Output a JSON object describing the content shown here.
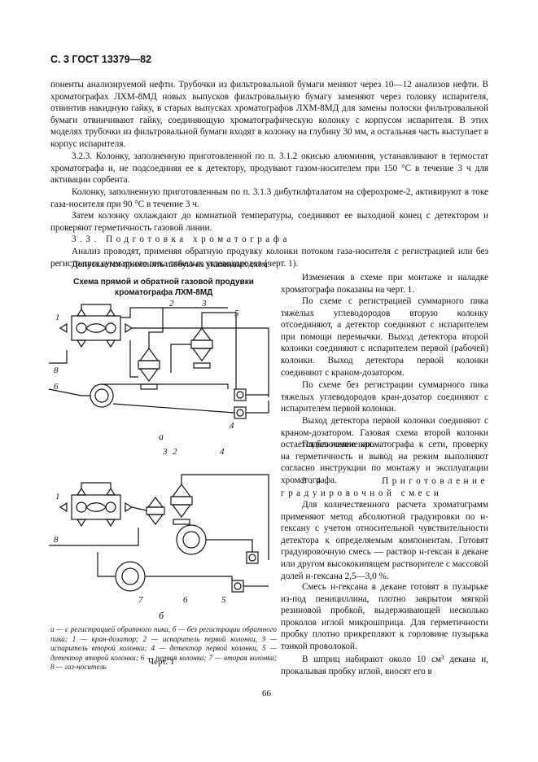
{
  "header": "С. 3 ГОСТ 13379—82",
  "paragraphs_top": [
    "поненты анализируемой нефти. Трубочки из фильтровальной бумаги меняют через 10—12 анализов нефти. В хроматографах ЛХМ-8МД новых выпусков фильтровальную бумагу заменяют через головку испарителя, отвинтив накидную гайку, в старых выпусках хроматографов ЛХМ-8МД для замены полоски фильтровальной бумаги отвинчивают гайку, соединяющую хроматографическую колонку с корпусом испарителя. В этих моделях трубочки из фильтровальной бумаги входят в колонку на глубину 30 мм, а остальная часть выступает в корпус испарителя.",
    "3.2.3. Колонку, заполненную приготовленной по п. 3.1.2 окисью алюминия, устанавливают в термостат хроматографа и, не подсоединяя ее к детектору, продувают газом-носителем при 150 °С в течение 3 ч для активации сорбента.",
    "Колонку, заполненную приготовленным по п. 3.1.3 дибутилфталатом на сферохроме-2, активируют в токе газа-носителя при 90 °С в течение 3 ч.",
    "Затем колонку охлаждают до комнатной температуры, соединяют ее выходной конец с детектором и проверяют герметичность газовой линии."
  ],
  "section_3_3_heading": "3.3. Подготовка хроматографа",
  "paragraphs_mid": [
    "Анализ проводят, применяя обратную продувку колонки потоком газа-носителя с регистрацией или без регистрации суммарного пика тяжелых углеводородов (черт. 1).",
    "Допускается применять любую из указанных схем."
  ],
  "figure": {
    "title": "Схема прямой и обратной газовой продувки хроматографа ЛХМ-8МД",
    "label_a": "а",
    "label_b": "б",
    "callouts_a": [
      "1",
      "2",
      "3",
      "5",
      "8",
      "6",
      "4"
    ],
    "callouts_b": [
      "3",
      "2",
      "4",
      "1",
      "8",
      "7",
      "6",
      "5"
    ],
    "caption": "а — с регистрацией обратного пика, б — без регистрации обратного пика; 1 — кран-дозатор; 2 — испаритель первой колонки, 3 — испаритель второй колонки; 4 — детектор первой колонки, 5 — детектор второй колонки; 6 — первая колонка; 7 — вторая колонка; 8 — газ-носитель",
    "chert": "Черт. 1"
  },
  "right_column": [
    "Изменения в схеме при монтаже и наладке хроматографа показаны на черт. 1.",
    "По схеме с регистрацией суммарного пика тяжелых углеводородов вторую колонку отсоединяют, а детектор соединяют с испарителем при помощи перемычки. Выход детектора второй колонки соединяют с испарителем первой (рабочей) колонки. Выход детектора первой колонки соединяют с краном-дозатором.",
    "По схеме без регистрации суммарного пика тяжелых углеводородов кран-дозатор соединяют с испарителем первой колонки.",
    "Выход детектора первой колонки соединяют с краном-дозатором. Газовая схема второй колонки остается без изменения.",
    "Подключение хроматографа к сети, проверку на герметичность и вывод на режим выполняют согласно инструкции по монтажу и эксплуатации хроматографа."
  ],
  "section_3_4_heading": "3.4. Приготовление градуировочной смеси",
  "right_column_2": [
    "Для количественного расчета хроматограмм применяют метод абсолютной градуировки по н-гексану с учетом относительной чувствительности детектора к определяемым компонентам. Готовят градуировочную смесь — раствор н-гексан в декане или другом высококипящем растворителе с массовой долей н-гексана 2,5—3,0 %.",
    "Смесь н-гексана в декане готовят в пузырьке из-под пенициллина, плотно закрытом мягкой резиновой пробкой, выдерживающей несколько проколов иглой микрошприца. Для герметичности пробку плотно прикрепляют к горловине пузырька тонкой проволокой.",
    "В шприц набирают около 10 см³ декана и, прокалывая пробку иглой, вносят его в"
  ],
  "page_number": "66"
}
